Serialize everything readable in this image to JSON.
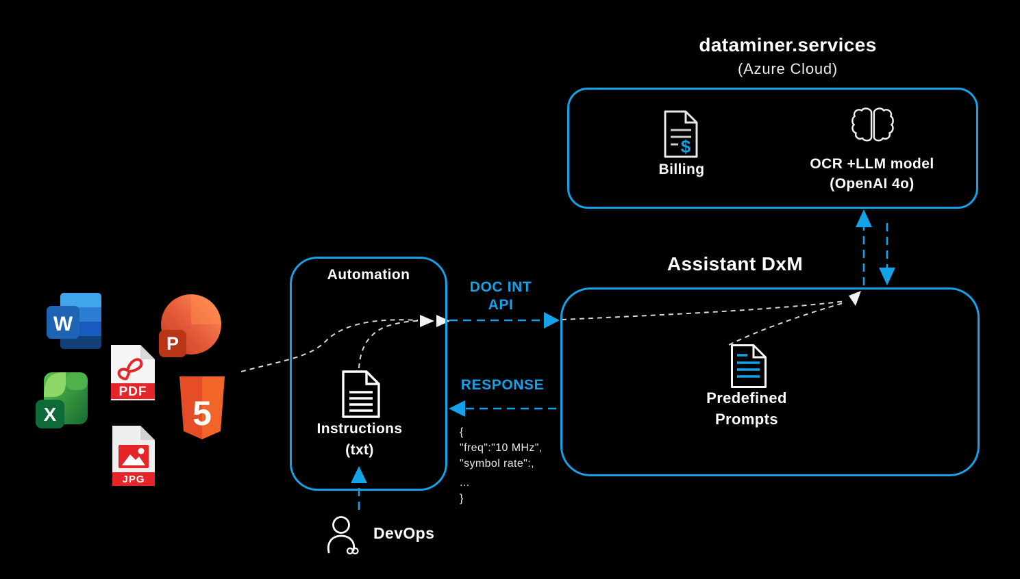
{
  "colors": {
    "accent": "#14A2E8",
    "background": "#000000",
    "dash_white": "#D8D8D8",
    "doc_red": "#E5252A"
  },
  "cloud": {
    "title": "dataminer.services",
    "subtitle": "(Azure Cloud)",
    "billing_label": "Billing",
    "billing_currency": "$",
    "model_label_line1": "OCR +LLM model",
    "model_label_line2": "(OpenAI 4o)"
  },
  "assistant": {
    "title": "Assistant DxM",
    "prompts_label_line1": "Predefined",
    "prompts_label_line2": "Prompts"
  },
  "automation": {
    "title": "Automation",
    "instructions_label_line1": "Instructions",
    "instructions_label_line2": "(txt)"
  },
  "flows": {
    "request_label_line1": "DOC INT",
    "request_label_line2": "API",
    "response_label": "RESPONSE",
    "response_payload": [
      "{",
      "\"freq\":\"10 MHz\",",
      "\"symbol rate\":,",
      "...",
      "}"
    ]
  },
  "devops": {
    "label": "DevOps"
  },
  "sources": {
    "items": [
      {
        "name": "word",
        "badge": "W"
      },
      {
        "name": "powerpoint",
        "badge": "P"
      },
      {
        "name": "pdf",
        "badge": "PDF"
      },
      {
        "name": "excel",
        "badge": "X"
      },
      {
        "name": "html5",
        "badge": "5"
      },
      {
        "name": "jpg",
        "badge": "JPG"
      }
    ]
  }
}
